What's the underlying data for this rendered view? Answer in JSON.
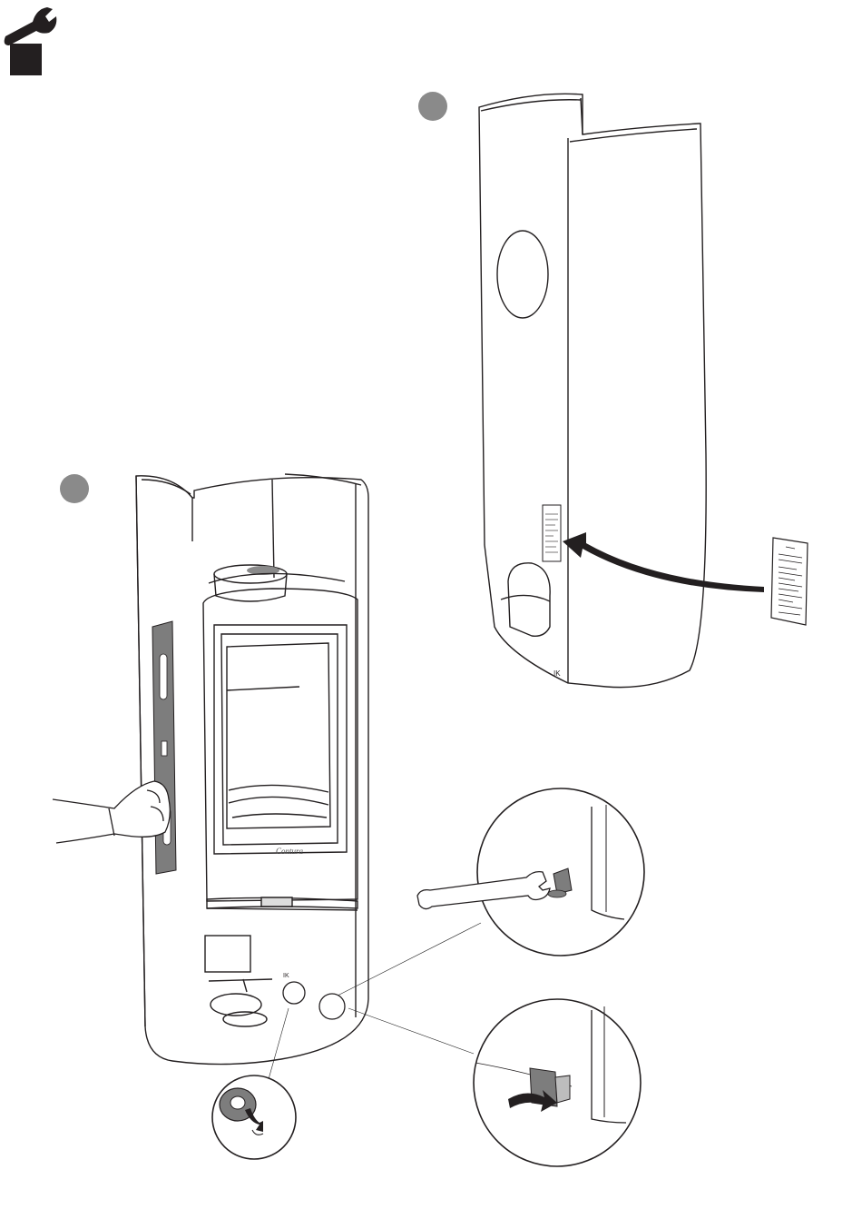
{
  "page": {
    "header_icon": "wrench-icon",
    "header_marker_color": "#231f20",
    "step_badge_color": "#8a8a8a"
  },
  "steps": [
    {
      "id": "step-1",
      "label": ""
    },
    {
      "id": "step-2",
      "label": ""
    }
  ],
  "stove": {
    "brand_text": "Contura",
    "base_mark": "IK"
  },
  "panel": {
    "base_mark": "IK"
  },
  "icons": [
    "wrench-icon",
    "spirit-level-icon",
    "hand-icon",
    "rotate-arrow-icon",
    "curved-arrow-icon",
    "rating-plate-icon"
  ],
  "colors": {
    "line": "#231f20",
    "metal_gray": "#7d7d7d",
    "plate_bg": "#e9e9e9"
  }
}
